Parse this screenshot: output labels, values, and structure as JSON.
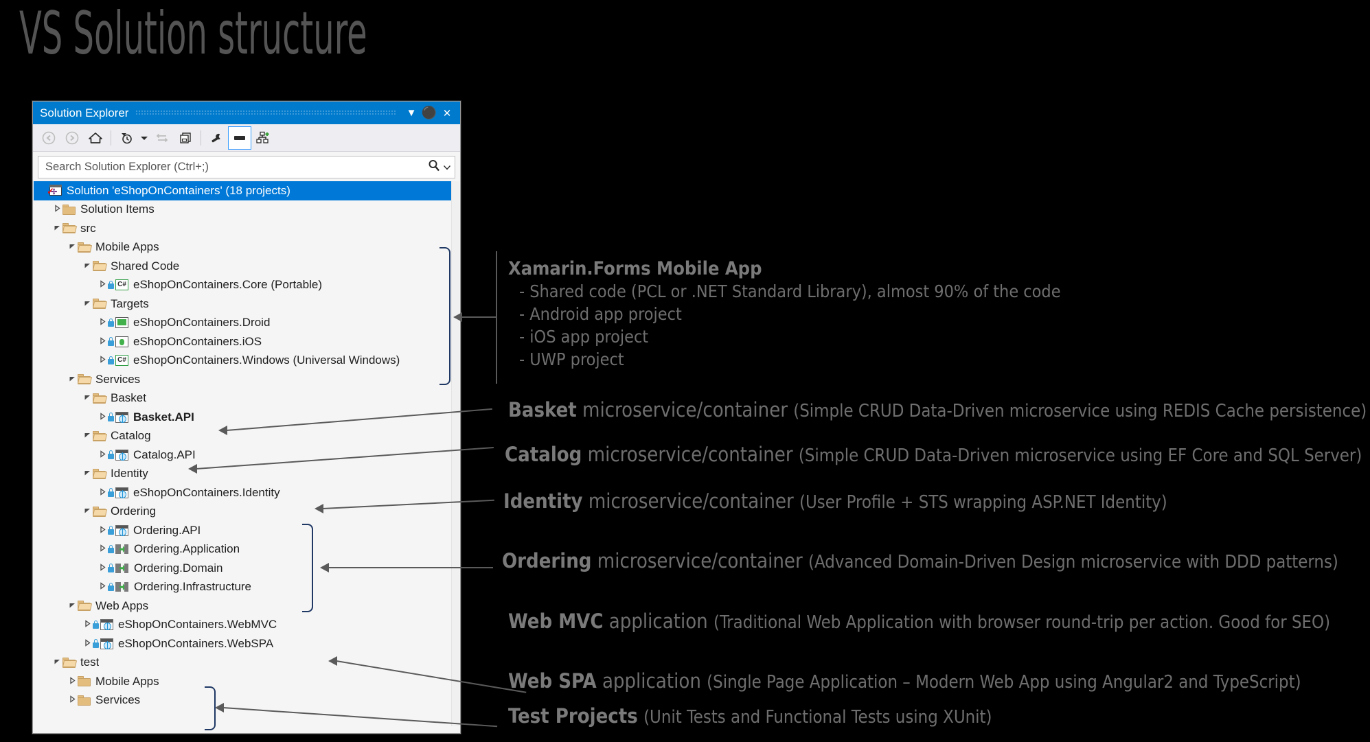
{
  "slide": {
    "title": "VS Solution structure"
  },
  "window": {
    "title": "Solution Explorer",
    "title_buttons": [
      {
        "name": "dropdown",
        "glyph": "▼"
      },
      {
        "name": "pin",
        "glyph": "╤"
      },
      {
        "name": "close",
        "glyph": "✕"
      }
    ],
    "toolbar": [
      {
        "name": "back",
        "glyph": "←"
      },
      {
        "name": "forward",
        "glyph": "→"
      },
      {
        "name": "home",
        "glyph": "⌂"
      },
      {
        "name": "pending-changes",
        "glyph": "◴"
      },
      {
        "name": "pending-changes-dropdown",
        "glyph": "▾"
      },
      {
        "name": "sync-with-active-document",
        "glyph": "⇄"
      },
      {
        "name": "show-all-files",
        "glyph": "❐"
      },
      {
        "name": "properties",
        "glyph": "⚒"
      },
      {
        "name": "preview-selected-items",
        "glyph": "▬"
      },
      {
        "name": "collapse-all",
        "glyph": "⚭"
      }
    ],
    "search": {
      "placeholder": "Search Solution Explorer (Ctrl+;)",
      "value": ""
    }
  },
  "tree": [
    {
      "indent": 0,
      "state": "selected",
      "arrow": "none",
      "icon": "solution",
      "label": "Solution 'eShopOnContainers' (18 projects)",
      "bold": false,
      "lock": false
    },
    {
      "indent": 1,
      "state": "normal",
      "arrow": "closed",
      "icon": "folder",
      "label": "Solution Items",
      "bold": false,
      "lock": false
    },
    {
      "indent": 1,
      "state": "normal",
      "arrow": "open",
      "icon": "folder-open",
      "label": "src",
      "bold": false,
      "lock": false
    },
    {
      "indent": 2,
      "state": "normal",
      "arrow": "open",
      "icon": "folder-open",
      "label": "Mobile Apps",
      "bold": false,
      "lock": false
    },
    {
      "indent": 3,
      "state": "normal",
      "arrow": "open",
      "icon": "folder-open",
      "label": "Shared Code",
      "bold": false,
      "lock": false
    },
    {
      "indent": 4,
      "state": "normal",
      "arrow": "closed",
      "icon": "csharp",
      "label": "eShopOnContainers.Core (Portable)",
      "bold": false,
      "lock": true
    },
    {
      "indent": 3,
      "state": "normal",
      "arrow": "open",
      "icon": "folder-open",
      "label": "Targets",
      "bold": false,
      "lock": false
    },
    {
      "indent": 4,
      "state": "normal",
      "arrow": "closed",
      "icon": "android",
      "label": "eShopOnContainers.Droid",
      "bold": false,
      "lock": true
    },
    {
      "indent": 4,
      "state": "normal",
      "arrow": "closed",
      "icon": "ios",
      "label": "eShopOnContainers.iOS",
      "bold": false,
      "lock": true
    },
    {
      "indent": 4,
      "state": "normal",
      "arrow": "closed",
      "icon": "csharp",
      "label": "eShopOnContainers.Windows (Universal Windows)",
      "bold": false,
      "lock": true
    },
    {
      "indent": 2,
      "state": "normal",
      "arrow": "open",
      "icon": "folder-open",
      "label": "Services",
      "bold": false,
      "lock": false
    },
    {
      "indent": 3,
      "state": "normal",
      "arrow": "open",
      "icon": "folder-open",
      "label": "Basket",
      "bold": false,
      "lock": false
    },
    {
      "indent": 4,
      "state": "normal",
      "arrow": "closed",
      "icon": "web",
      "label": "Basket.API",
      "bold": true,
      "lock": true
    },
    {
      "indent": 3,
      "state": "normal",
      "arrow": "open",
      "icon": "folder-open",
      "label": "Catalog",
      "bold": false,
      "lock": false
    },
    {
      "indent": 4,
      "state": "normal",
      "arrow": "closed",
      "icon": "web",
      "label": "Catalog.API",
      "bold": false,
      "lock": true
    },
    {
      "indent": 3,
      "state": "normal",
      "arrow": "open",
      "icon": "folder-open",
      "label": "Identity",
      "bold": false,
      "lock": false
    },
    {
      "indent": 4,
      "state": "normal",
      "arrow": "closed",
      "icon": "web",
      "label": "eShopOnContainers.Identity",
      "bold": false,
      "lock": true
    },
    {
      "indent": 3,
      "state": "normal",
      "arrow": "open",
      "icon": "folder-open",
      "label": "Ordering",
      "bold": false,
      "lock": false
    },
    {
      "indent": 4,
      "state": "normal",
      "arrow": "closed",
      "icon": "web",
      "label": "Ordering.API",
      "bold": false,
      "lock": true
    },
    {
      "indent": 4,
      "state": "normal",
      "arrow": "closed",
      "icon": "library",
      "label": "Ordering.Application",
      "bold": false,
      "lock": true
    },
    {
      "indent": 4,
      "state": "normal",
      "arrow": "closed",
      "icon": "library",
      "label": "Ordering.Domain",
      "bold": false,
      "lock": true
    },
    {
      "indent": 4,
      "state": "normal",
      "arrow": "closed",
      "icon": "library",
      "label": "Ordering.Infrastructure",
      "bold": false,
      "lock": true
    },
    {
      "indent": 2,
      "state": "normal",
      "arrow": "open",
      "icon": "folder-open",
      "label": "Web Apps",
      "bold": false,
      "lock": false
    },
    {
      "indent": 3,
      "state": "normal",
      "arrow": "closed",
      "icon": "web",
      "label": "eShopOnContainers.WebMVC",
      "bold": false,
      "lock": true
    },
    {
      "indent": 3,
      "state": "normal",
      "arrow": "closed",
      "icon": "web",
      "label": "eShopOnContainers.WebSPA",
      "bold": false,
      "lock": true
    },
    {
      "indent": 1,
      "state": "normal",
      "arrow": "open",
      "icon": "folder-open",
      "label": "test",
      "bold": false,
      "lock": false
    },
    {
      "indent": 2,
      "state": "normal",
      "arrow": "closed",
      "icon": "folder",
      "label": "Mobile Apps",
      "bold": false,
      "lock": false
    },
    {
      "indent": 2,
      "state": "normal",
      "arrow": "closed",
      "icon": "folder",
      "label": "Services",
      "bold": false,
      "lock": false
    }
  ],
  "annotations": [
    {
      "key": "xamarin",
      "heading": "Xamarin.Forms Mobile App",
      "bullets": [
        "- Shared code (PCL or .NET Standard Library), almost 90% of the code",
        "- Android app project",
        "- iOS app project",
        "- UWP project"
      ]
    },
    {
      "key": "basket",
      "bold": "Basket",
      "rest": " microservice/container ",
      "detail": "(Simple CRUD Data-Driven microservice using REDIS Cache persistence)"
    },
    {
      "key": "catalog",
      "bold": "Catalog",
      "rest": " microservice/container ",
      "detail": "(Simple CRUD Data-Driven microservice using EF Core and SQL Server)"
    },
    {
      "key": "identity",
      "bold": "Identity",
      "rest": " microservice/container ",
      "detail": "(User Profile + STS wrapping ASP.NET Identity)"
    },
    {
      "key": "ordering",
      "bold": "Ordering",
      "rest": " microservice/container ",
      "detail": "(Advanced Domain-Driven Design microservice with DDD patterns)"
    },
    {
      "key": "webmvc",
      "bold": "Web MVC",
      "rest": " application ",
      "detail": "(Traditional Web Application with browser round-trip per action. Good for SEO)"
    },
    {
      "key": "webspa",
      "bold": "Web SPA",
      "rest": " application ",
      "detail": "(Single Page Application – Modern Web App using Angular2 and TypeScript)"
    },
    {
      "key": "tests",
      "bold": "Test Projects",
      "rest": " ",
      "detail": "(Unit Tests and Functional Tests using XUnit)"
    }
  ],
  "colors": {
    "background": "#000000",
    "accent_blue": "#007acc",
    "selection_blue": "#0078d7",
    "bracket_navy": "#1f3864",
    "annotation_gray": "#6e6e6e",
    "title_gray": "#545454"
  }
}
